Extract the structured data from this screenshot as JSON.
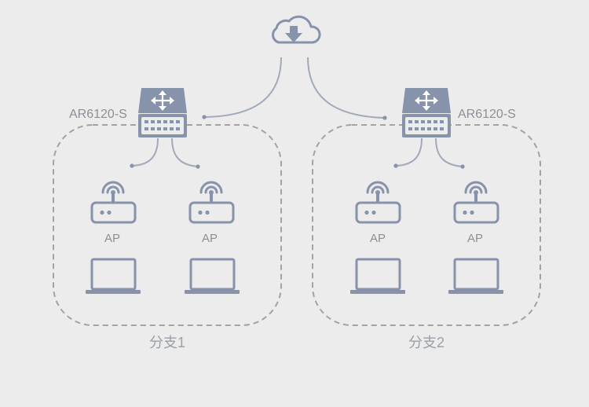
{
  "diagram": {
    "cloud": {
      "icon": "cloud-download-icon"
    },
    "branches": [
      {
        "label": "分支1",
        "router": {
          "model": "AR6120-S",
          "icon": "router-icon"
        },
        "aps": [
          {
            "label": "AP",
            "icon": "wireless-ap-icon"
          },
          {
            "label": "AP",
            "icon": "wireless-ap-icon"
          }
        ],
        "clients": [
          {
            "icon": "laptop-icon"
          },
          {
            "icon": "laptop-icon"
          }
        ]
      },
      {
        "label": "分支2",
        "router": {
          "model": "AR6120-S",
          "icon": "router-icon"
        },
        "aps": [
          {
            "label": "AP",
            "icon": "wireless-ap-icon"
          },
          {
            "label": "AP",
            "icon": "wireless-ap-icon"
          }
        ],
        "clients": [
          {
            "icon": "laptop-icon"
          },
          {
            "icon": "laptop-icon"
          }
        ]
      }
    ],
    "colors": {
      "background": "#ececec",
      "icon": "#8792ab",
      "line": "#a1a9ba",
      "dash": "#a3a3a3",
      "text": "#8b8f97"
    }
  }
}
